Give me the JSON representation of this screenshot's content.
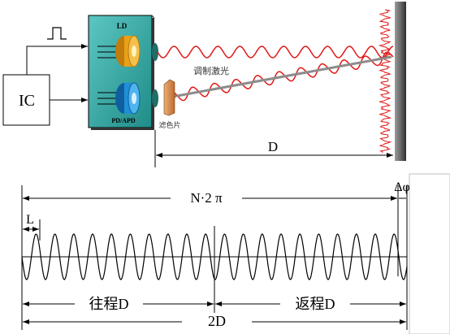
{
  "top_diagram": {
    "ic_label": "IC",
    "ld_label": "LD",
    "pd_label": "PD/APD",
    "modulated_laser_label": "调制激光",
    "filter_label": "滤色片",
    "distance_label": "D",
    "colors": {
      "module_fill": "#2ea6a0",
      "ld_lens": "#e8a21a",
      "pd_lens": "#1f8fd6",
      "wave": "#e01818",
      "beam": "#9a9a9a",
      "wall": "#5a5a5a"
    }
  },
  "bottom_diagram": {
    "total_phase_label": "N·2 π",
    "phase_remainder_label": "Δφ",
    "wavelength_label": "L",
    "forward_label": "往程D",
    "return_label": "返程D",
    "total_distance_label": "2D"
  }
}
